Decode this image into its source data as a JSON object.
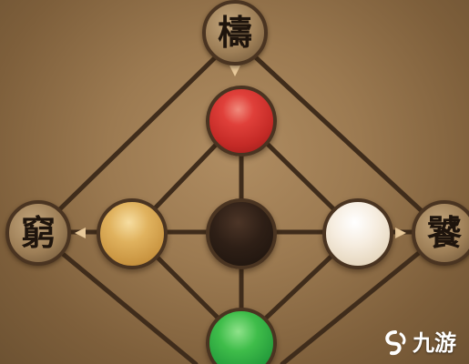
{
  "board": {
    "char_top": "檮",
    "char_left": "窮",
    "char_right": "饕"
  },
  "pieces": [
    {
      "name": "red-ball",
      "color": "#d33a33"
    },
    {
      "name": "yellow-ball",
      "color": "#dba955"
    },
    {
      "name": "black-ball",
      "color": "#2a1c14"
    },
    {
      "name": "white-ball",
      "color": "#f3e9da"
    },
    {
      "name": "green-ball",
      "color": "#36b344"
    }
  ],
  "watermark": {
    "icon": "swirl-logo-icon",
    "text": "九游"
  },
  "colors": {
    "line": "#3f2c1b",
    "arrow": "#e8c99a"
  }
}
